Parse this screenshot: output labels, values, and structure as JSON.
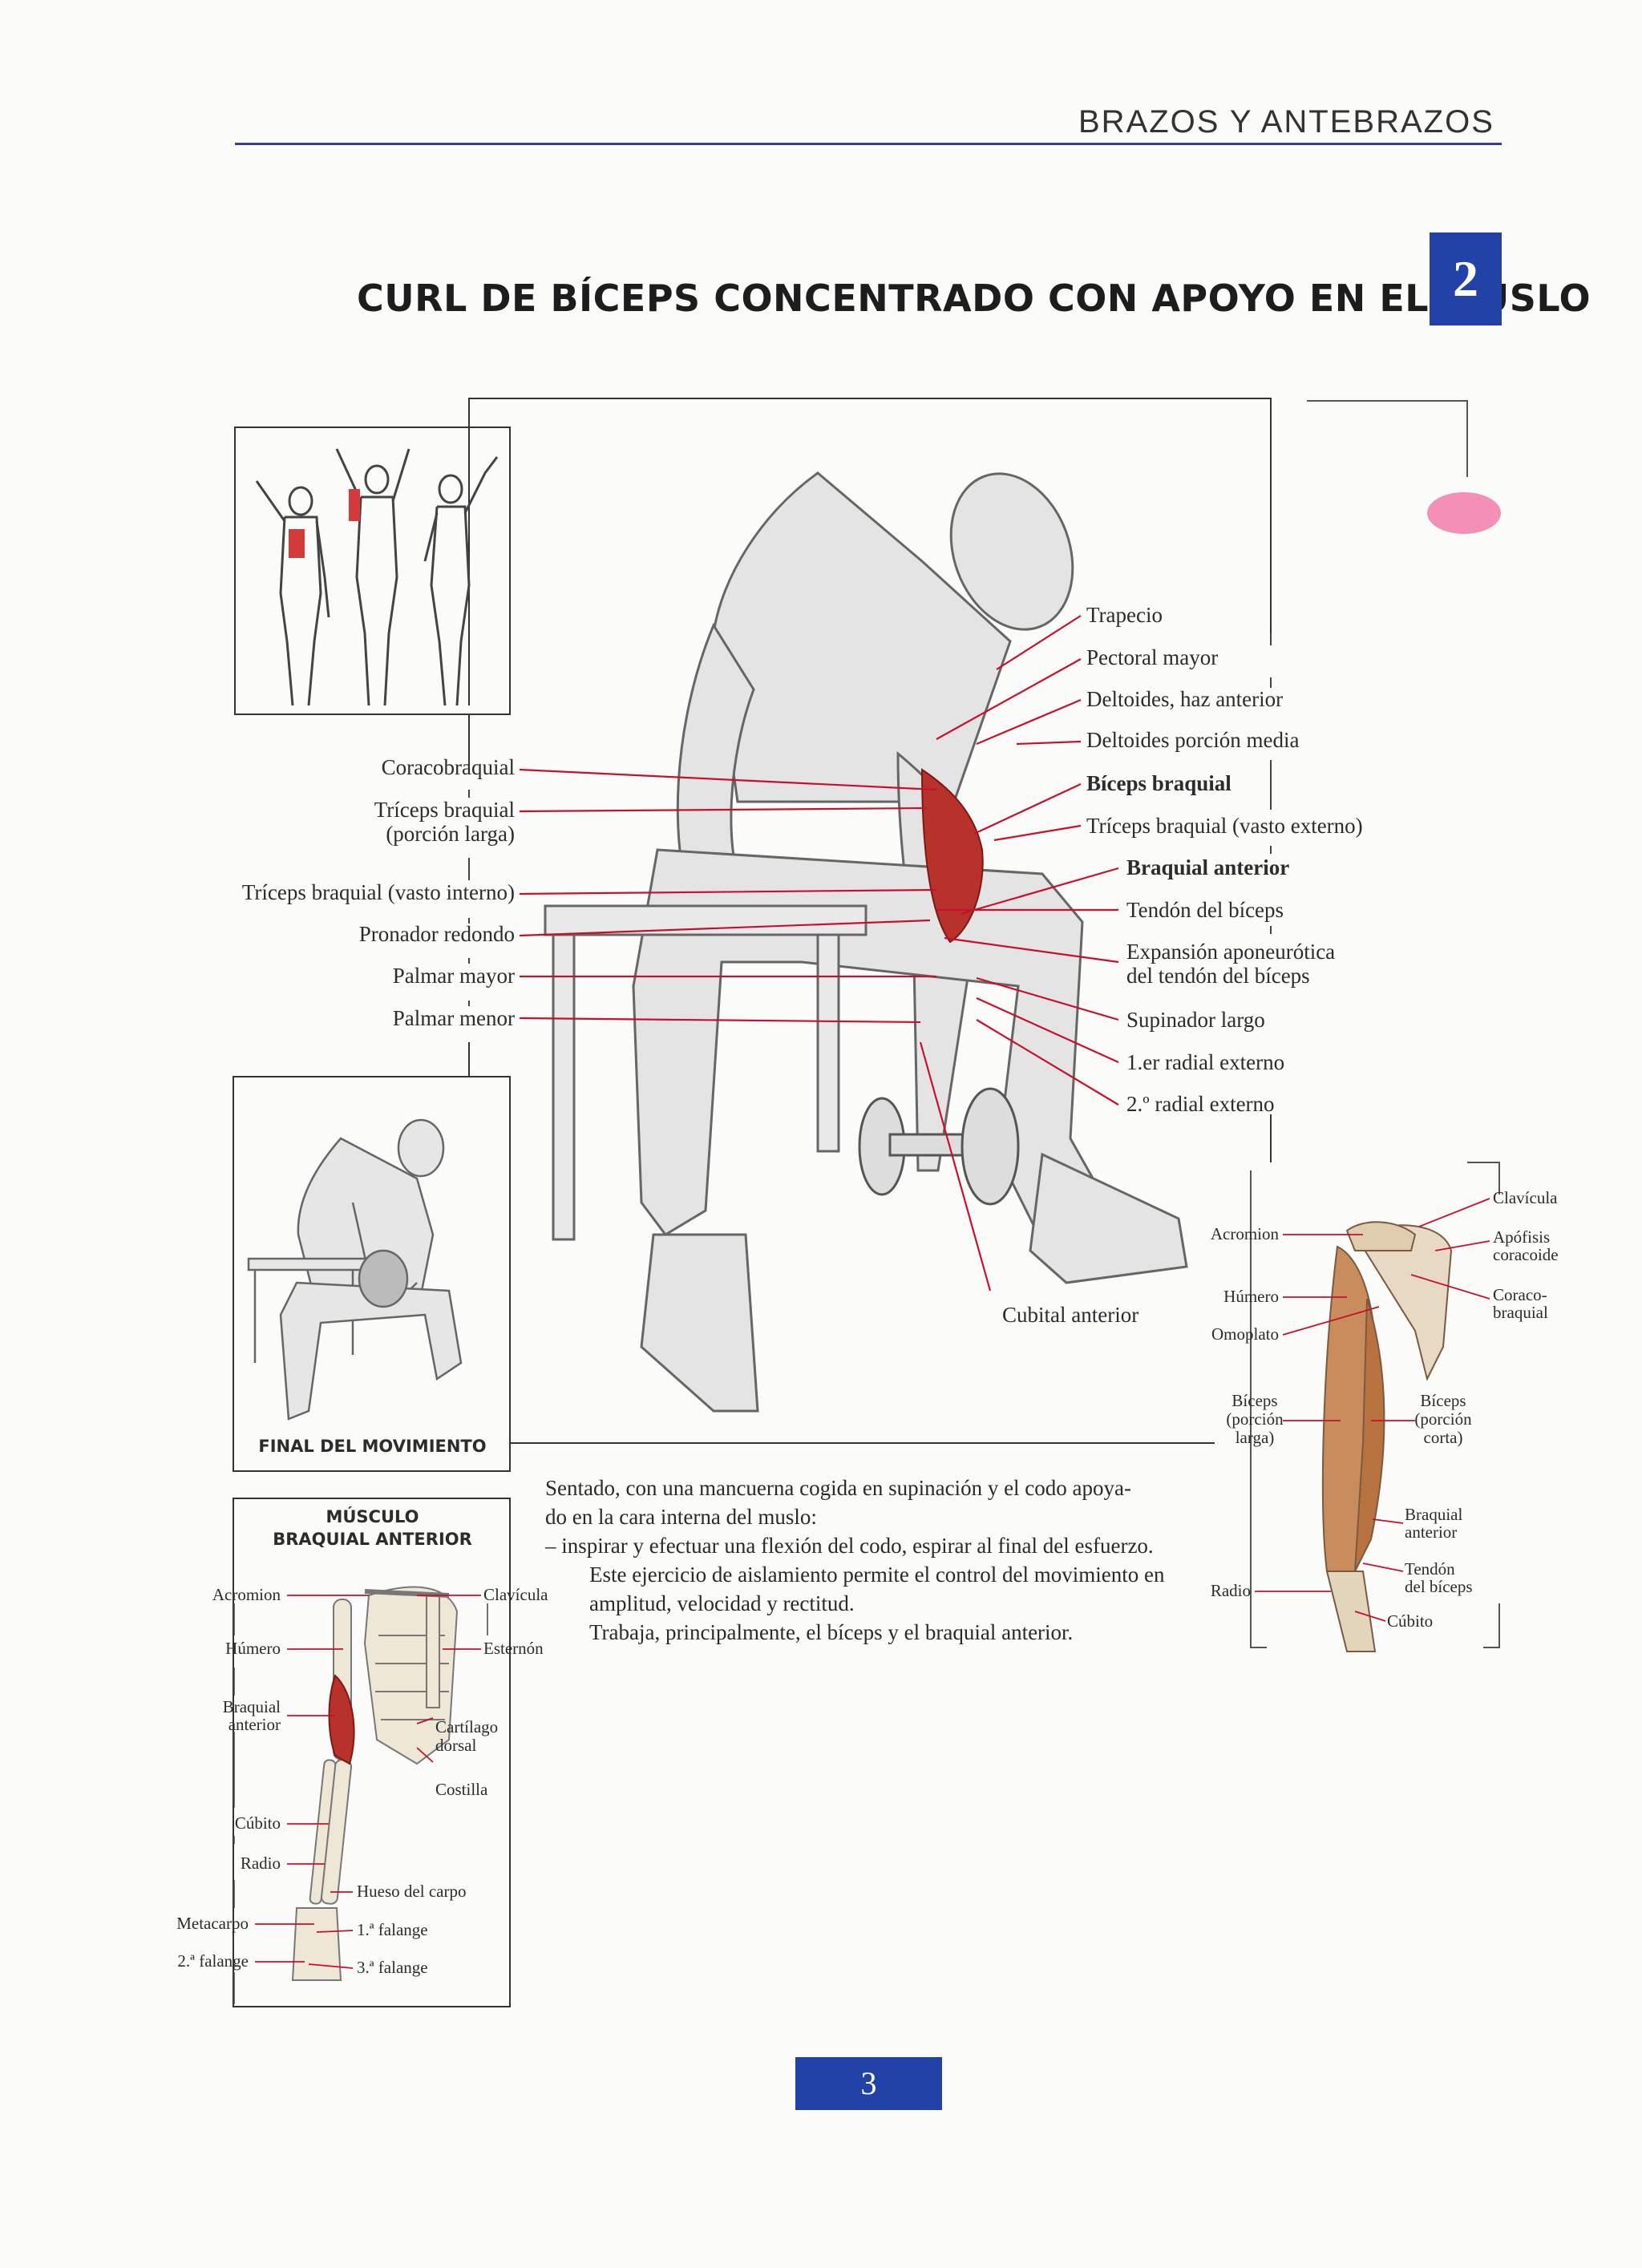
{
  "header": {
    "section": "BRAZOS Y ANTEBRAZOS",
    "number": "2"
  },
  "title": "CURL DE BÍCEPS CONCENTRADO CON APOYO EN EL MUSLO",
  "main_labels": {
    "left": [
      "Coracobraquial",
      "Tríceps braquial",
      "(porción larga)",
      "Tríceps braquial (vasto interno)",
      "Pronador redondo",
      "Palmar mayor",
      "Palmar menor"
    ],
    "right": [
      "Trapecio",
      "Pectoral mayor",
      "Deltoides, haz anterior",
      "Deltoides porción media",
      "Bíceps braquial",
      "Tríceps braquial (vasto externo)",
      "Braquial anterior",
      "Tendón del bíceps",
      "Expansión aponeurótica",
      "del tendón del bíceps",
      "Supinador largo",
      "1.er radial externo",
      "2.º radial externo"
    ],
    "bottom": "Cubital anterior"
  },
  "final_caption": "FINAL DEL MOVIMIENTO",
  "skeleton": {
    "title_1": "MÚSCULO",
    "title_2": "BRAQUIAL ANTERIOR",
    "left": [
      "Acromion",
      "Húmero",
      "Braquial",
      "anterior",
      "Cúbito",
      "Radio",
      "Metacarpo",
      "2.ª falange"
    ],
    "right": [
      "Clavícula",
      "Esternón",
      "Cartílago",
      "dorsal",
      "Costilla",
      "Hueso del carpo",
      "1.ª falange",
      "3.ª falange"
    ]
  },
  "arm_detail": {
    "left": [
      "Acromion",
      "Húmero",
      "Omoplato",
      "Bíceps",
      "(porción",
      "larga)",
      "Radio"
    ],
    "right": [
      "Clavícula",
      "Apófisis",
      "coracoide",
      "Coraco-",
      "braquial",
      "Bíceps",
      "(porción",
      "corta)",
      "Braquial",
      "anterior",
      "Tendón",
      "del bíceps",
      "Cúbito"
    ]
  },
  "description": {
    "line1": "Sentado, con una mancuerna cogida en supinación y el codo apoya-",
    "line2": "do en la cara interna del muslo:",
    "bullet": "– inspirar y efectuar una flexión del codo, espirar al final del esfuerzo.",
    "para2": "Este ejercicio de aislamiento permite el control del movimiento en amplitud, velocidad y rectitud.",
    "para3": "Trabaja, principalmente, el bíceps y el braquial anterior."
  },
  "page_number": "3",
  "colors": {
    "accent_blue": "#2342a8",
    "label_line_red": "#c8102e",
    "muscle_red": "#b8322b",
    "tab_pink": "#f48fb8"
  }
}
